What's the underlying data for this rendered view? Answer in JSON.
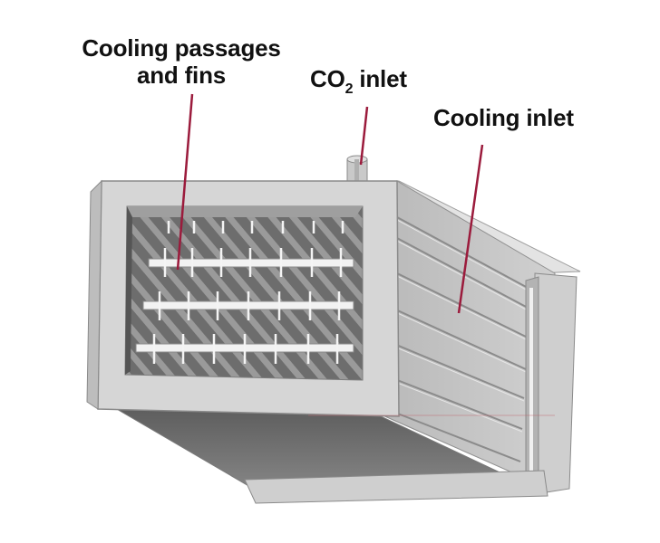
{
  "labels": {
    "cooling_passages": "Cooling passages and fins",
    "co2_main": "CO",
    "co2_sub": "2",
    "co2_rest": " inlet",
    "cooling_inlet": "Cooling inlet"
  },
  "colors": {
    "leader_line": "#9b1b3c",
    "frame_light": "#d3d3d3",
    "frame_mid": "#c4c4c4",
    "frame_dark": "#8e8e8e",
    "cavity": "#6a6a6a",
    "fin": "#f2f2f2"
  }
}
